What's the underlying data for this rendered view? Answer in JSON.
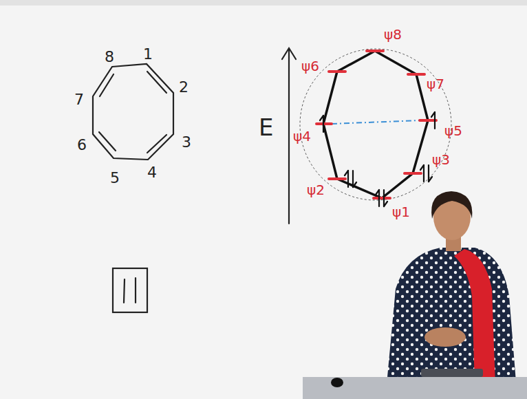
{
  "diagram": {
    "labels": [
      "8",
      "1",
      "2",
      "3",
      "4",
      "5",
      "6",
      "7",
      "E",
      "ψ8",
      "ψ6",
      "ψ7",
      "ψ4",
      "ψ5",
      "ψ2",
      "ψ3",
      "ψ1"
    ]
  }
}
